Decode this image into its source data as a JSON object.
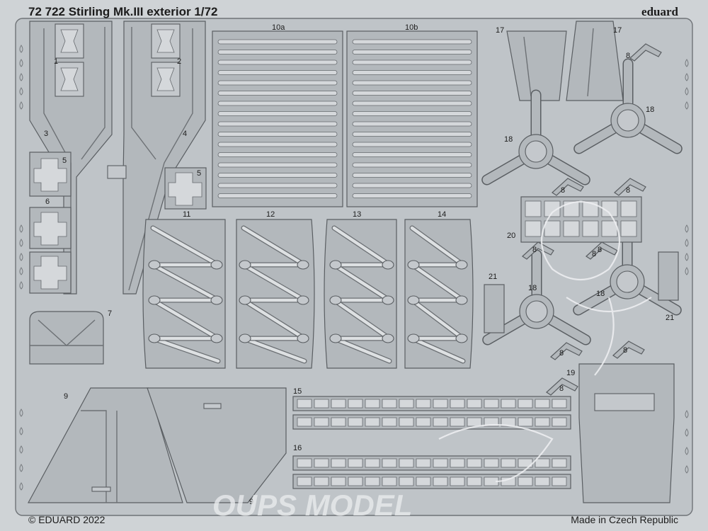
{
  "sheet": {
    "title": "72 722   Stirling Mk.III exterior 1/72",
    "brand": "eduard",
    "copyright": "© EDUARD 2022",
    "origin": "Made in Czech Republic",
    "watermark": "OUPS MODEL"
  },
  "part_numbers": {
    "p1": "1",
    "p2": "2",
    "p3": "3",
    "p4": "4",
    "p5a": "5",
    "p5b": "5",
    "p6": "6",
    "p7": "7",
    "p8a": "8",
    "p8b": "8",
    "p8c": "8",
    "p8d": "8",
    "p8e": "8",
    "p8f": "8",
    "p8g": "8",
    "p8h": "8",
    "p8i": "8",
    "p9a": "9",
    "p9b": "9",
    "p10a": "10a",
    "p10b": "10b",
    "p11": "11",
    "p12": "12",
    "p13": "13",
    "p14": "14",
    "p15": "15",
    "p16": "16",
    "p17a": "17",
    "p17b": "17",
    "p18a": "18",
    "p18b": "18",
    "p18c": "18",
    "p18d": "18",
    "p19": "19",
    "p20": "20",
    "p21a": "21",
    "p21b": "21"
  },
  "colors": {
    "sheet": "#cfd3d6",
    "part": "#b3b8bc",
    "edge": "#5a5e62"
  }
}
